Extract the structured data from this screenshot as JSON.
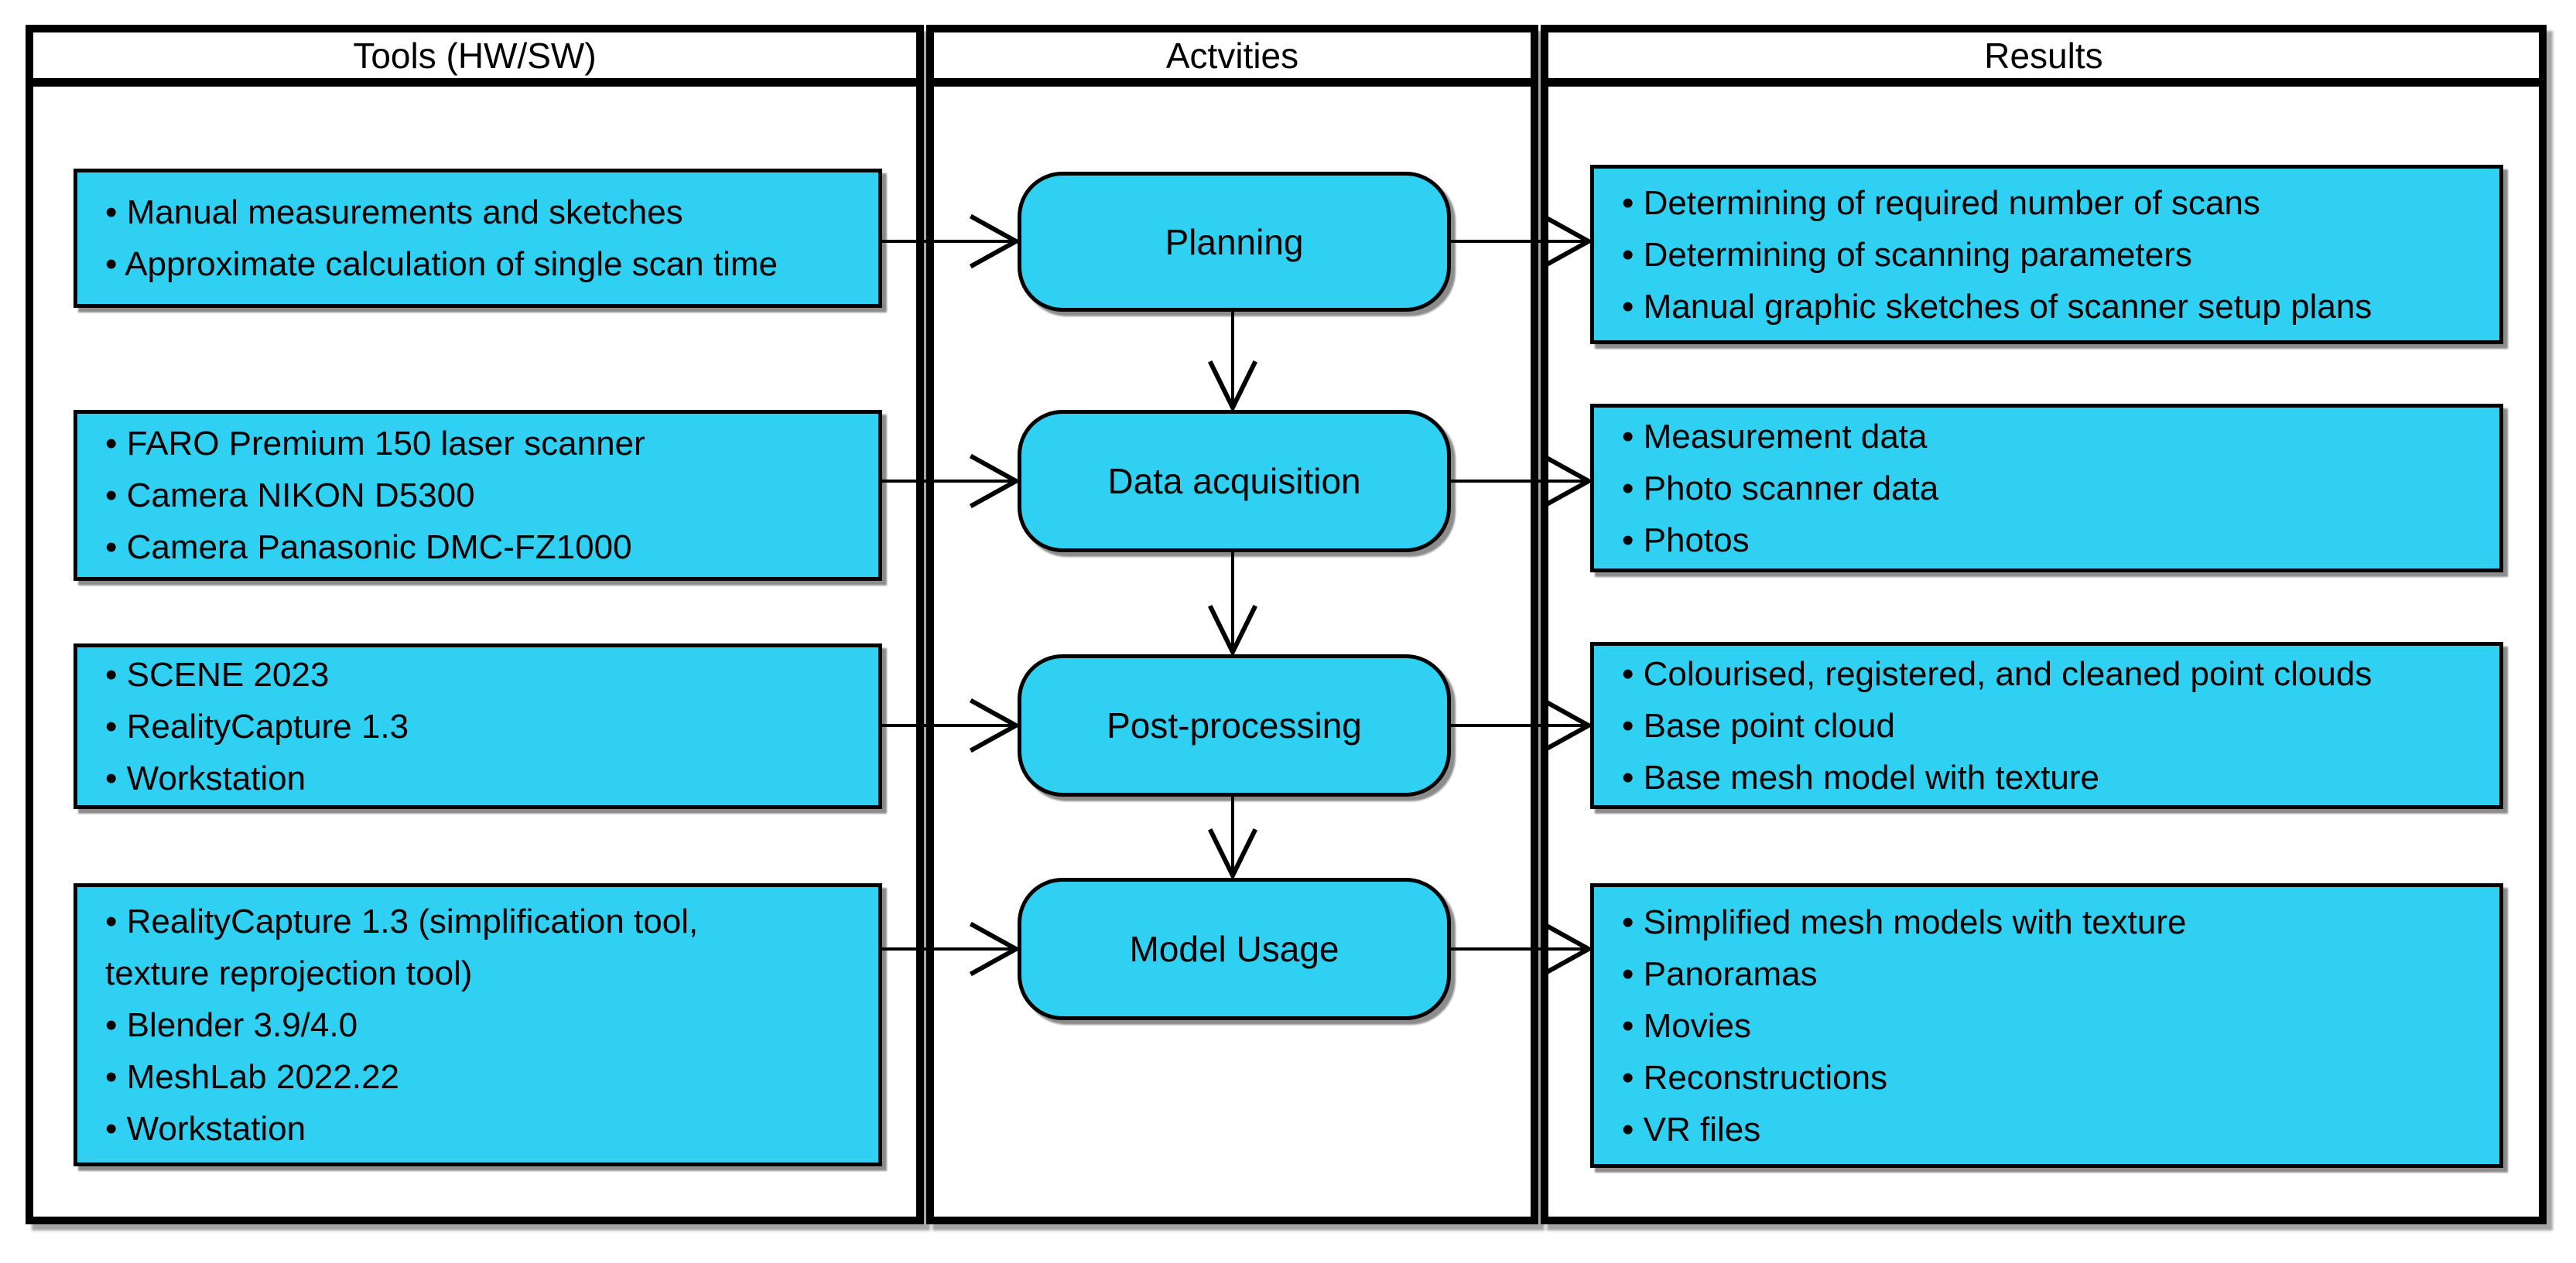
{
  "columns": [
    {
      "header": "Tools (HW/SW)"
    },
    {
      "header": "Actvities"
    },
    {
      "header": "Results"
    }
  ],
  "tools_boxes": [
    {
      "lines": [
        "• Manual measurements and sketches",
        "• Approximate calculation of single scan time"
      ]
    },
    {
      "lines": [
        "• FARO Premium 150 laser scanner",
        "• Camera NIKON D5300",
        "• Camera Panasonic DMC-FZ1000"
      ]
    },
    {
      "lines": [
        "• SCENE 2023",
        "• RealityCapture 1.3",
        "• Workstation"
      ]
    },
    {
      "lines": [
        "• RealityCapture 1.3 (simplification tool,",
        "texture reprojection tool)",
        "• Blender 3.9/4.0",
        "• MeshLab 2022.22",
        "• Workstation"
      ]
    }
  ],
  "activities": [
    {
      "label": "Planning"
    },
    {
      "label": "Data acquisition"
    },
    {
      "label": "Post-processing"
    },
    {
      "label": "Model Usage"
    }
  ],
  "results_boxes": [
    {
      "lines": [
        "• Determining of required number of scans",
        "• Determining of scanning parameters",
        "• Manual graphic sketches of scanner setup plans"
      ]
    },
    {
      "lines": [
        "• Measurement data",
        "• Photo scanner data",
        "• Photos"
      ]
    },
    {
      "lines": [
        "• Colourised, registered, and cleaned point clouds",
        "• Base point cloud",
        "• Base mesh model with texture"
      ]
    },
    {
      "lines": [
        "• Simplified mesh models with texture",
        "• Panoramas",
        "• Movies",
        "• Reconstructions",
        "• VR files"
      ]
    }
  ],
  "colors": {
    "box_fill": "#2FD0F2",
    "stroke": "#000000"
  }
}
